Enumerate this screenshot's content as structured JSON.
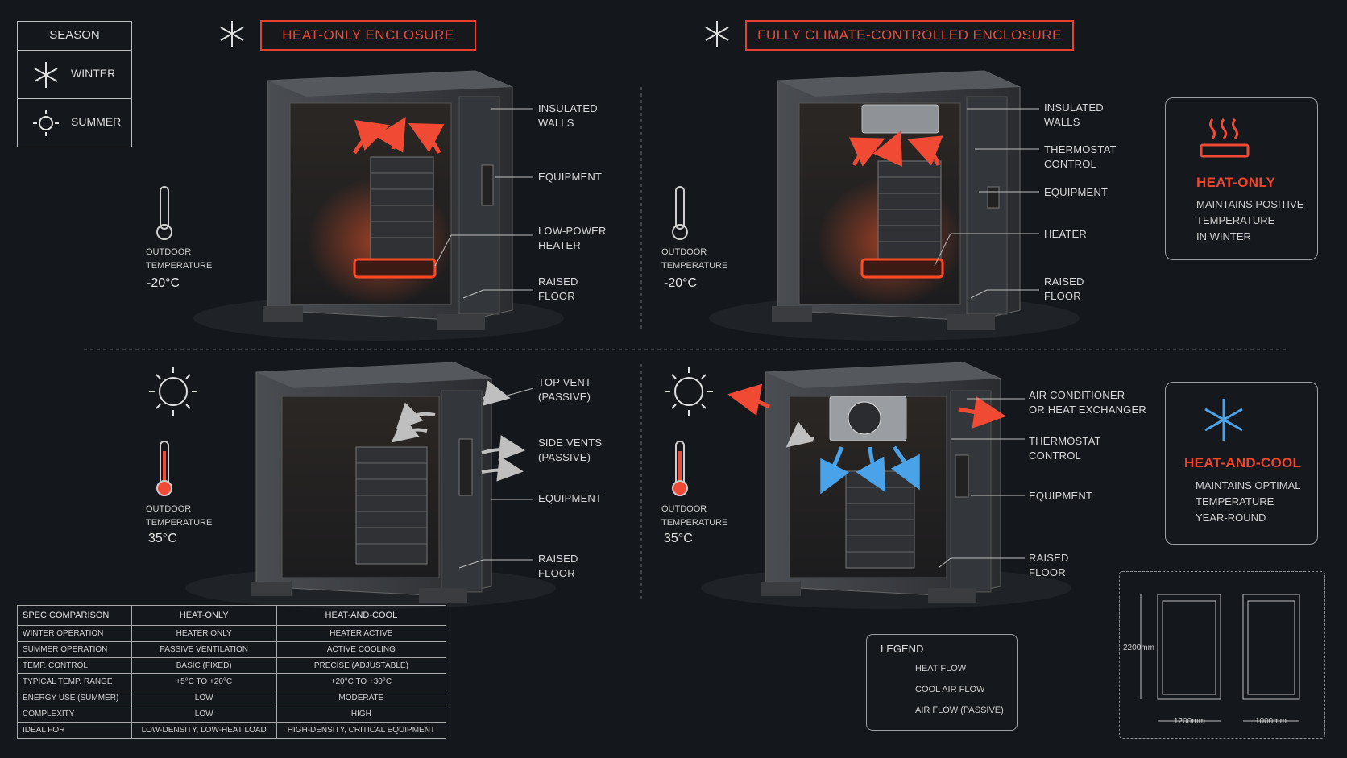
{
  "colors": {
    "background": "#14171c",
    "heat": "#f04a34",
    "cool": "#4aa3e8",
    "passive": "#bfbfbf",
    "line": "#bfbfbf"
  },
  "season": {
    "header": "SEASON",
    "winter": {
      "label": "WINTER",
      "icon": "snowflake-icon"
    },
    "summer": {
      "label": "SUMMER",
      "icon": "sun-icon"
    }
  },
  "panels": {
    "heat_only": {
      "title": "HEAT-ONLY ENCLOSURE",
      "icon": "snowflake-icon"
    },
    "climate": {
      "title": "FULLY CLIMATE-CONTROLLED ENCLOSURE",
      "icon": "snowflake-icon"
    }
  },
  "outdoor": {
    "caption_line1": "OUTDOOR",
    "caption_line2": "TEMPERATURE",
    "winter_value": "-20°C",
    "summer_value": "35°C"
  },
  "labels": {
    "tl": [
      "INSULATED\nWALLS",
      "EQUIPMENT",
      "LOW-POWER\nHEATER",
      "RAISED\nFLOOR"
    ],
    "tr": [
      "INSULATED\nWALLS",
      "THERMOSTAT\nCONTROL",
      "EQUIPMENT",
      "HEATER",
      "RAISED\nFLOOR"
    ],
    "bl": [
      "TOP VENT\n(PASSIVE)",
      "SIDE VENTS\n(PASSIVE)",
      "EQUIPMENT",
      "RAISED\nFLOOR"
    ],
    "br": [
      "AIR CONDITIONER\nOR HEAT EXCHANGER",
      "THERMOSTAT\nCONTROL",
      "EQUIPMENT",
      "RAISED\nFLOOR"
    ]
  },
  "cards": {
    "heat_only": {
      "title": "HEAT-ONLY",
      "desc": "MAINTAINS POSITIVE\nTEMPERATURE\nIN WINTER",
      "icon": "heater-icon"
    },
    "heat_cool": {
      "title": "HEAT-AND-COOL",
      "desc": "MAINTAINS OPTIMAL\nTEMPERATURE\nYEAR-ROUND",
      "icon": "snowflake-icon"
    }
  },
  "spec": {
    "headers": [
      "SPEC COMPARISON",
      "HEAT-ONLY",
      "HEAT-AND-COOL"
    ],
    "rows": [
      [
        "WINTER OPERATION",
        "HEATER ONLY",
        "HEATER ACTIVE"
      ],
      [
        "SUMMER OPERATION",
        "PASSIVE VENTILATION",
        "ACTIVE COOLING"
      ],
      [
        "TEMP. CONTROL",
        "BASIC (FIXED)",
        "PRECISE (ADJUSTABLE)"
      ],
      [
        "TYPICAL TEMP. RANGE",
        "+5°C TO +20°C",
        "+20°C TO +30°C"
      ],
      [
        "ENERGY USE (SUMMER)",
        "LOW",
        "MODERATE"
      ],
      [
        "COMPLEXITY",
        "LOW",
        "HIGH"
      ],
      [
        "IDEAL FOR",
        "LOW-DENSITY, LOW-HEAT LOAD",
        "HIGH-DENSITY, CRITICAL EQUIPMENT"
      ]
    ]
  },
  "legend": {
    "title": "LEGEND",
    "items": [
      "HEAT FLOW",
      "COOL AIR FLOW",
      "AIR FLOW (PASSIVE)"
    ]
  },
  "dimensions": {
    "height": "2200mm",
    "width": "1200mm",
    "depth": "1000mm"
  }
}
